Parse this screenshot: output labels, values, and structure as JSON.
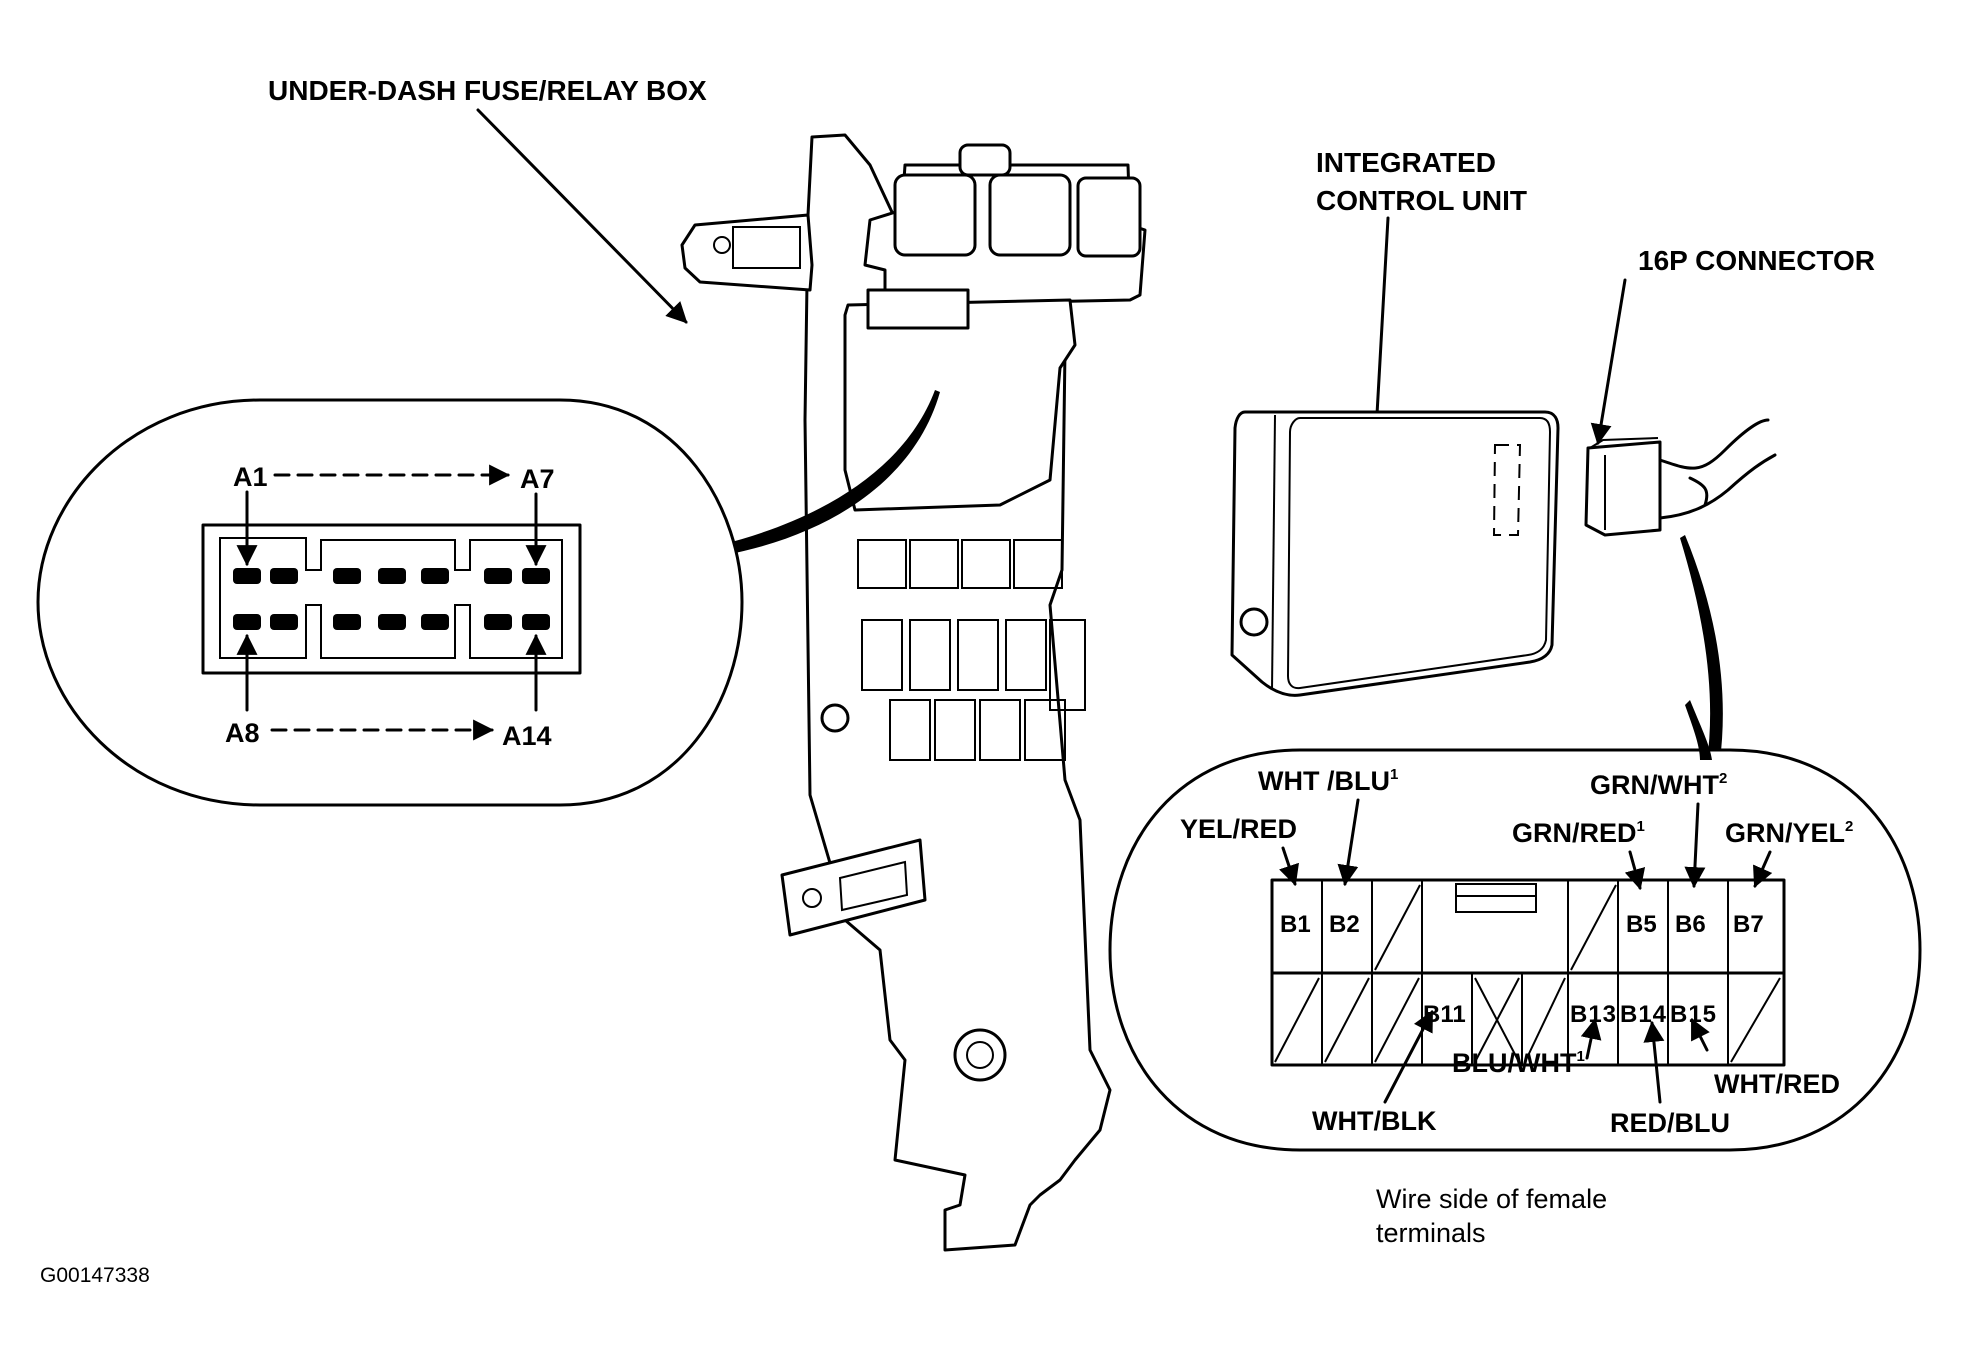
{
  "figure_id": "G00147338",
  "labels": {
    "fuse_box": "UNDER-DASH FUSE/RELAY BOX",
    "icu_line1": "INTEGRATED",
    "icu_line2": "CONTROL UNIT",
    "connector_16p": "16P CONNECTOR",
    "caption_line1": "Wire side of female",
    "caption_line2": "terminals"
  },
  "connector_a": {
    "top_start": "A1",
    "top_end": "A7",
    "bottom_start": "A8",
    "bottom_end": "A14"
  },
  "connector_b": {
    "top_row": [
      {
        "pin": "B1",
        "wire": "YEL/RED",
        "note": ""
      },
      {
        "pin": "B2",
        "wire": "WHT /BLU",
        "note": "1"
      },
      {
        "pin": "",
        "wire": "",
        "note": "",
        "empty": true
      },
      {
        "pin": "",
        "wire": "",
        "note": "",
        "key": true
      },
      {
        "pin": "",
        "wire": "",
        "note": "",
        "empty": true
      },
      {
        "pin": "B5",
        "wire": "GRN/RED",
        "note": "1"
      },
      {
        "pin": "B6",
        "wire": "GRN/WHT",
        "note": "2"
      },
      {
        "pin": "B7",
        "wire": "GRN/YEL",
        "note": "2"
      }
    ],
    "bottom_row": [
      {
        "pin": "",
        "empty": true
      },
      {
        "pin": "",
        "empty": true
      },
      {
        "pin": "",
        "empty": true
      },
      {
        "pin": "B11",
        "wire": "WHT/BLK",
        "note": ""
      },
      {
        "pin": "",
        "crossed": true
      },
      {
        "pin": "",
        "empty": true
      },
      {
        "pin": "B13",
        "wire": "BLU/WHT",
        "note": "1"
      },
      {
        "pin": "B14",
        "wire": "RED/BLU",
        "note": ""
      },
      {
        "pin": "B15",
        "wire": "WHT/RED",
        "note": ""
      },
      {
        "pin": "",
        "empty": true
      }
    ],
    "pins": {
      "b1": "B1",
      "b2": "B2",
      "b5": "B5",
      "b6": "B6",
      "b7": "B7",
      "b11": "B11",
      "b13": "B13",
      "b14": "B14",
      "b15": "B15"
    },
    "wires": {
      "b1": "YEL/RED",
      "b2": "WHT /BLU",
      "b2_note": "1",
      "b5": "GRN/RED",
      "b5_note": "1",
      "b6": "GRN/WHT",
      "b6_note": "2",
      "b7": "GRN/YEL",
      "b7_note": "2",
      "b11": "WHT/BLK",
      "b13": "BLU/WHT",
      "b13_note": "1",
      "b14": "RED/BLU",
      "b15": "WHT/RED"
    }
  }
}
